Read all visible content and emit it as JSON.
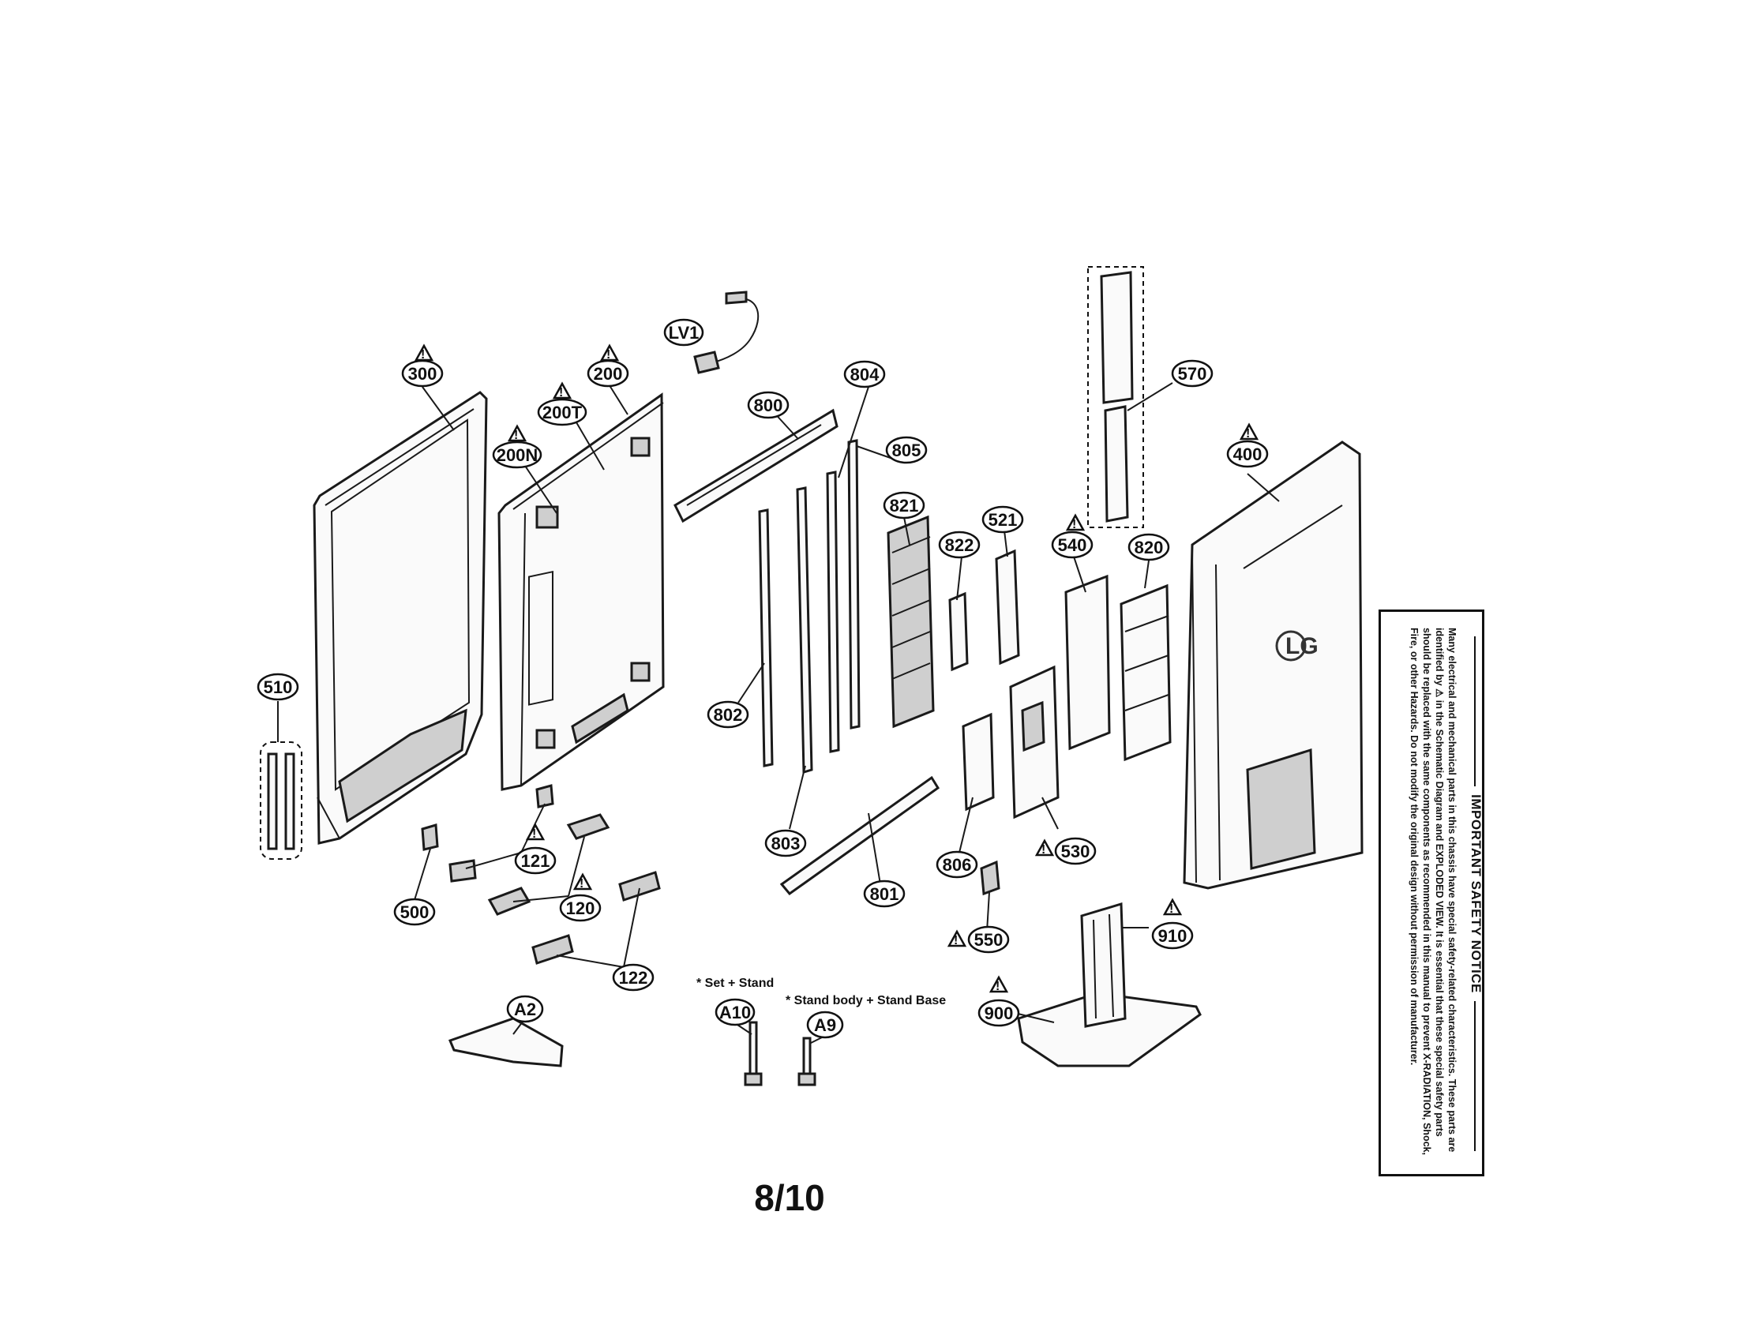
{
  "callouts": {
    "c300": "300",
    "c200": "200",
    "c200T": "200T",
    "c200N": "200N",
    "cLV1": "LV1",
    "c800": "800",
    "c804": "804",
    "c805": "805",
    "c570": "570",
    "c400": "400",
    "c821": "821",
    "c521": "521",
    "c822": "822",
    "c540": "540",
    "c820": "820",
    "c510": "510",
    "c802": "802",
    "c803": "803",
    "c801": "801",
    "c806": "806",
    "c530": "530",
    "c121": "121",
    "c120": "120",
    "c500": "500",
    "c122": "122",
    "c550": "550",
    "c910": "910",
    "c900": "900",
    "cA2": "A2",
    "cA10": "A10",
    "cA9": "A9"
  },
  "warning_symbol": "⚠",
  "warning_mark": "!",
  "notes": {
    "set_stand": "* Set + Stand",
    "stand_body": "* Stand body + Stand Base"
  },
  "logo_text": "LG",
  "page_number": "8/10",
  "safety_notice": {
    "title": "IMPORTANT SAFETY NOTICE",
    "body": "Many electrical and mechanical parts in this chassis have special safety-related characteristics. These parts are identified by ⚠ in the Schematic Diagram and EXPLODED VIEW. It is essential that these special safety parts should be replaced with the same components as recommended in this manual to prevent X-RADIATION, Shock, Fire, or other Hazards. Do not modify the original design without permission of manufacturer."
  }
}
